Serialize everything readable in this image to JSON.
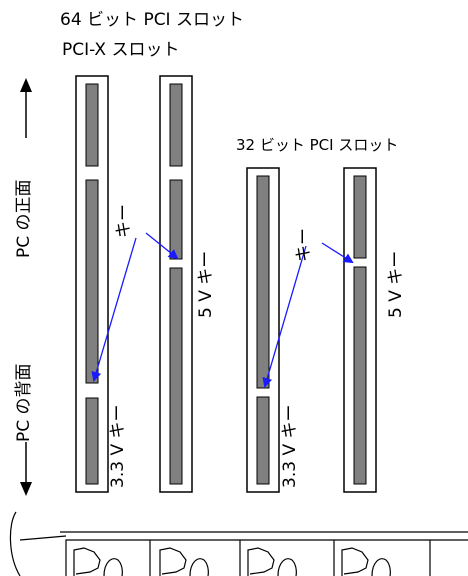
{
  "labels": {
    "slot64": "64 ビット PCI スロット",
    "pcix": "PCI-X スロット",
    "slot32": "32 ビット PCI スロット",
    "front": "PC の正面",
    "back": "PC の背面",
    "key_left": "キー",
    "key_right": "キー",
    "key33_left": "3.3 V キー",
    "key5_left": "5 V キー",
    "key33_right": "3.3 V キー",
    "key5_right": "5 V キー"
  },
  "colors": {
    "slot_fill": "#808080",
    "arrow": "#1a1aff",
    "line": "#000000"
  }
}
